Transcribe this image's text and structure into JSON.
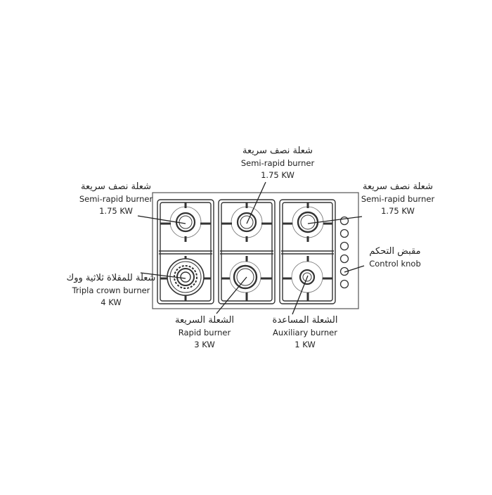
{
  "labels": {
    "semi_top": {
      "ar": "شعلة نصف سريعة",
      "en": "Semi-rapid burner",
      "power": "1.75 KW"
    },
    "semi_left": {
      "ar": "شعلة نصف سريعة",
      "en": "Semi-rapid burner",
      "power": "1.75 KW"
    },
    "semi_right": {
      "ar": "شعلة نصف سريعة",
      "en": "Semi-rapid burner",
      "power": "1.75 KW"
    },
    "wok": {
      "ar": "شعلة للمقلاة ثلاثية ووك",
      "en": "Tripla crown burner",
      "power": "4 KW"
    },
    "rapid": {
      "ar": "الشعلة السريعة",
      "en": "Rapid burner",
      "power": "3 KW"
    },
    "auxiliary": {
      "ar": "الشعلة المساعدة",
      "en": "Auxiliary burner",
      "power": "1 KW"
    },
    "knob": {
      "ar": "مقبض التحكم",
      "en": "Control knob"
    }
  },
  "control_knob_count": 6
}
